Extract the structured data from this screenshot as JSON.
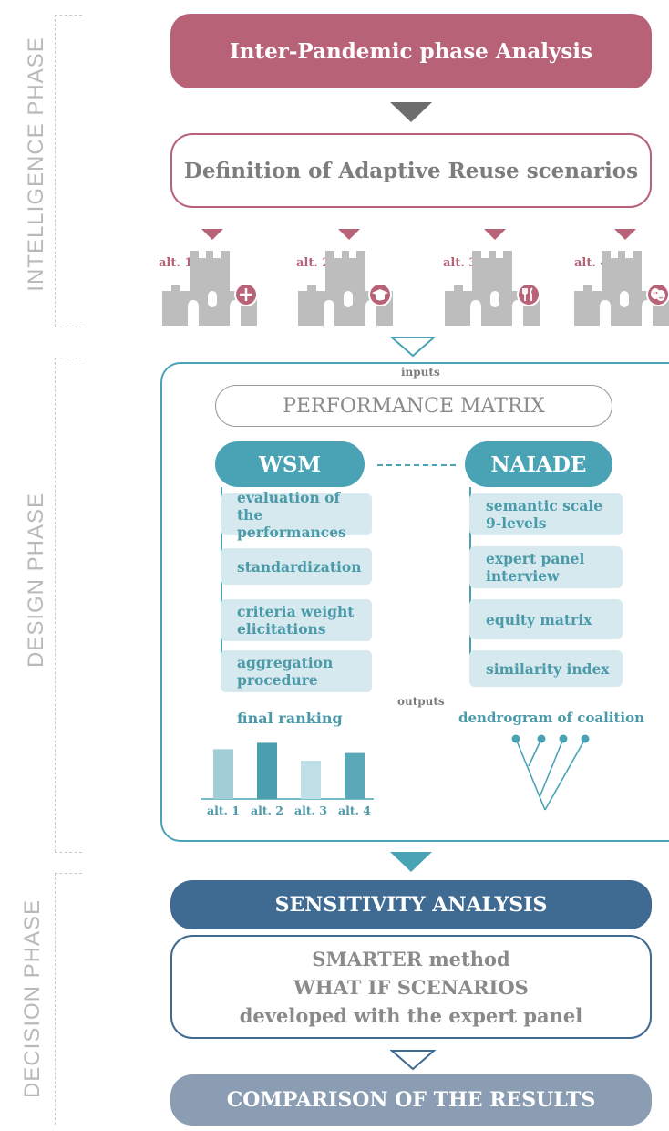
{
  "phases": {
    "intelligence": "INTELLIGENCE  PHASE",
    "design": "DESIGN PHASE",
    "decision": "DECISION PHASE"
  },
  "boxes": {
    "inter_pandemic": "Inter-Pandemic phase Analysis",
    "definition": "Definition of Adaptive Reuse scenarios",
    "inputs": "inputs",
    "performance_matrix": "PERFORMANCE MATRIX",
    "outputs": "outputs",
    "sensitivity": "SENSITIVITY ANALYSIS",
    "smarter_line1": "SMARTER method",
    "smarter_line2": "WHAT IF SCENARIOS",
    "smarter_line3": "developed with the expert panel",
    "comparison": "COMPARISON OF THE RESULTS"
  },
  "alternatives": [
    {
      "label": "alt. 1",
      "icon": "plus-icon"
    },
    {
      "label": "alt. 2",
      "icon": "graduation-cap-icon"
    },
    {
      "label": "alt. 3",
      "icon": "cutlery-icon"
    },
    {
      "label": "alt. 4",
      "icon": "theater-masks-icon"
    }
  ],
  "wsm": {
    "title": "WSM",
    "items": [
      {
        "line1": "evaluation of",
        "line2": "the performances"
      },
      {
        "line1": "standardization",
        "line2": ""
      },
      {
        "line1": "criteria weight",
        "line2": "elicitations"
      },
      {
        "line1": "aggregation",
        "line2": "procedure"
      }
    ]
  },
  "naiade": {
    "title": "NAIADE",
    "items": [
      {
        "line1": "semantic scale",
        "line2": "9-levels"
      },
      {
        "line1": "expert panel",
        "line2": "interview"
      },
      {
        "line1": "equity matrix",
        "line2": ""
      },
      {
        "line1": "similarity index",
        "line2": ""
      }
    ]
  },
  "final_ranking": {
    "title": "final ranking",
    "categories": [
      "alt. 1",
      "alt. 2",
      "alt. 3",
      "alt. 4"
    ],
    "values": [
      0.78,
      0.88,
      0.6,
      0.72
    ],
    "colors": [
      "#a3cdd6",
      "#4b9eae",
      "#bfe0e6",
      "#5aa8b8"
    ]
  },
  "dendrogram": {
    "title": "dendrogram of coalition"
  },
  "colors": {
    "maroon": "#b86278",
    "teal": "#4aa3b5",
    "navy": "#3f6a91",
    "slate": "#8a9db3",
    "grey_text": "#8a8a8a"
  }
}
